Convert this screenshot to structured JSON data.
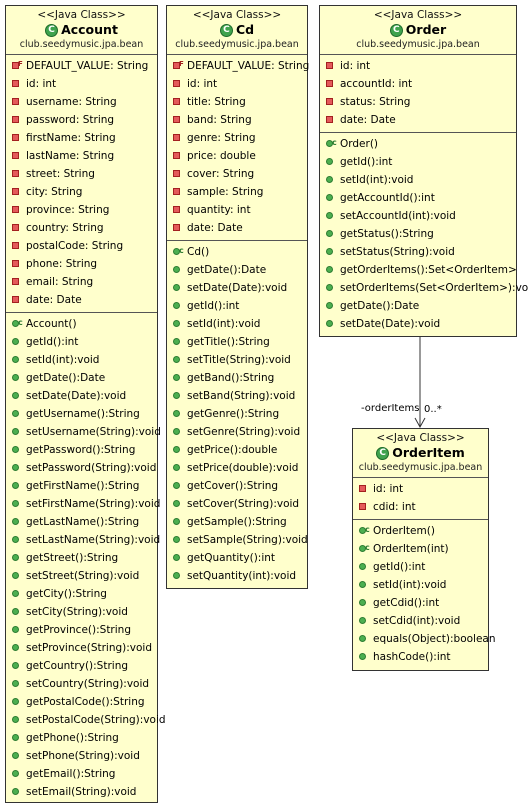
{
  "stereotype": "<<Java Class>>",
  "package": "club.seedymusic.jpa.bean",
  "classes": {
    "account": {
      "name": "Account",
      "fields": [
        {
          "text": "DEFAULT_VALUE: String",
          "final": true
        },
        {
          "text": "id: int"
        },
        {
          "text": "username: String"
        },
        {
          "text": "password: String"
        },
        {
          "text": "firstName: String"
        },
        {
          "text": "lastName: String"
        },
        {
          "text": "street: String"
        },
        {
          "text": "city: String"
        },
        {
          "text": "province: String"
        },
        {
          "text": "country: String"
        },
        {
          "text": "postalCode: String"
        },
        {
          "text": "phone: String"
        },
        {
          "text": "email: String"
        },
        {
          "text": "date: Date"
        }
      ],
      "methods": [
        {
          "text": "Account()",
          "ctor": true
        },
        {
          "text": "getId():int"
        },
        {
          "text": "setId(int):void"
        },
        {
          "text": "getDate():Date"
        },
        {
          "text": "setDate(Date):void"
        },
        {
          "text": "getUsername():String"
        },
        {
          "text": "setUsername(String):void"
        },
        {
          "text": "getPassword():String"
        },
        {
          "text": "setPassword(String):void"
        },
        {
          "text": "getFirstName():String"
        },
        {
          "text": "setFirstName(String):void"
        },
        {
          "text": "getLastName():String"
        },
        {
          "text": "setLastName(String):void"
        },
        {
          "text": "getStreet():String"
        },
        {
          "text": "setStreet(String):void"
        },
        {
          "text": "getCity():String"
        },
        {
          "text": "setCity(String):void"
        },
        {
          "text": "getProvince():String"
        },
        {
          "text": "setProvince(String):void"
        },
        {
          "text": "getCountry():String"
        },
        {
          "text": "setCountry(String):void"
        },
        {
          "text": "getPostalCode():String"
        },
        {
          "text": "setPostalCode(String):void"
        },
        {
          "text": "getPhone():String"
        },
        {
          "text": "setPhone(String):void"
        },
        {
          "text": "getEmail():String"
        },
        {
          "text": "setEmail(String):void"
        }
      ]
    },
    "cd": {
      "name": "Cd",
      "fields": [
        {
          "text": "DEFAULT_VALUE: String",
          "final": true
        },
        {
          "text": "id: int"
        },
        {
          "text": "title: String"
        },
        {
          "text": "band: String"
        },
        {
          "text": "genre: String"
        },
        {
          "text": "price: double"
        },
        {
          "text": "cover: String"
        },
        {
          "text": "sample: String"
        },
        {
          "text": "quantity: int"
        },
        {
          "text": "date: Date"
        }
      ],
      "methods": [
        {
          "text": "Cd()",
          "ctor": true
        },
        {
          "text": "getDate():Date"
        },
        {
          "text": "setDate(Date):void"
        },
        {
          "text": "getId():int"
        },
        {
          "text": "setId(int):void"
        },
        {
          "text": "getTitle():String"
        },
        {
          "text": "setTitle(String):void"
        },
        {
          "text": "getBand():String"
        },
        {
          "text": "setBand(String):void"
        },
        {
          "text": "getGenre():String"
        },
        {
          "text": "setGenre(String):void"
        },
        {
          "text": "getPrice():double"
        },
        {
          "text": "setPrice(double):void"
        },
        {
          "text": "getCover():String"
        },
        {
          "text": "setCover(String):void"
        },
        {
          "text": "getSample():String"
        },
        {
          "text": "setSample(String):void"
        },
        {
          "text": "getQuantity():int"
        },
        {
          "text": "setQuantity(int):void"
        }
      ]
    },
    "order": {
      "name": "Order",
      "fields": [
        {
          "text": "id: int"
        },
        {
          "text": "accountId: int"
        },
        {
          "text": "status: String"
        },
        {
          "text": "date: Date"
        }
      ],
      "methods": [
        {
          "text": "Order()",
          "ctor": true
        },
        {
          "text": "getId():int"
        },
        {
          "text": "setId(int):void"
        },
        {
          "text": "getAccountId():int"
        },
        {
          "text": "setAccountId(int):void"
        },
        {
          "text": "getStatus():String"
        },
        {
          "text": "setStatus(String):void"
        },
        {
          "text": "getOrderItems():Set<OrderItem>"
        },
        {
          "text": "setOrderItems(Set<OrderItem>):void"
        },
        {
          "text": "getDate():Date"
        },
        {
          "text": "setDate(Date):void"
        }
      ]
    },
    "orderitem": {
      "name": "OrderItem",
      "fields": [
        {
          "text": "id: int"
        },
        {
          "text": "cdid: int"
        }
      ],
      "methods": [
        {
          "text": "OrderItem()",
          "ctor": true
        },
        {
          "text": "OrderItem(int)",
          "ctor": true
        },
        {
          "text": "getId():int"
        },
        {
          "text": "setId(int):void"
        },
        {
          "text": "getCdid():int"
        },
        {
          "text": "setCdid(int):void"
        },
        {
          "text": "equals(Object):boolean"
        },
        {
          "text": "hashCode():int"
        }
      ]
    }
  },
  "association": {
    "role": "-orderItems",
    "multiplicity": "0..*"
  },
  "colors": {
    "class_fill": "#FFFFCC",
    "class_icon": "#3FA34D",
    "field_marker": "#E45A5A",
    "method_marker": "#4CAF50"
  }
}
